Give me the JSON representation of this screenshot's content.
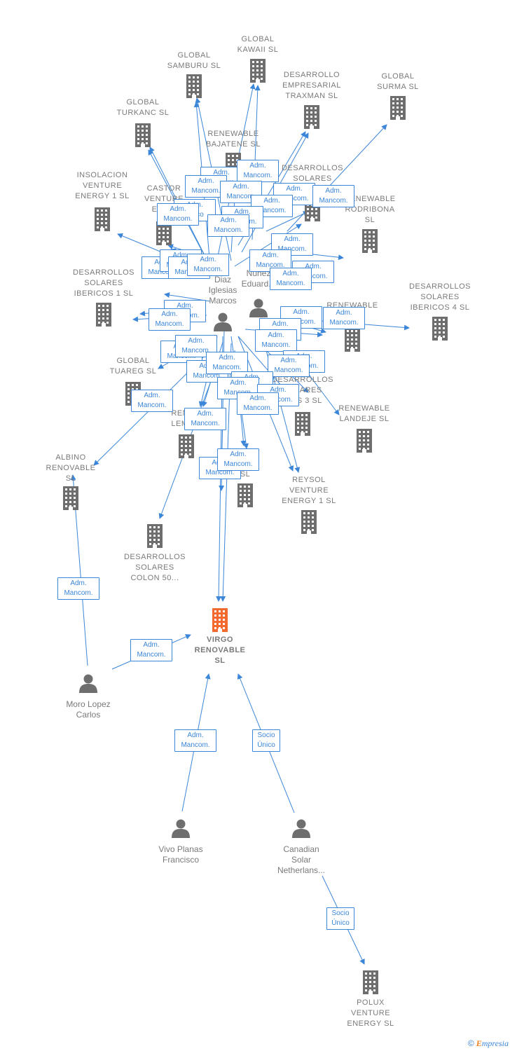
{
  "colors": {
    "edge": "#3b86d8",
    "company": "#6e6e6e",
    "focus": "#f26a2e",
    "person": "#6e6e6e"
  },
  "companies": [
    {
      "id": "kawaii",
      "label": "GLOBAL\nKAWAII  SL",
      "kind": "company"
    },
    {
      "id": "samburu",
      "label": "GLOBAL\nSAMBURU  SL",
      "kind": "company"
    },
    {
      "id": "traxman",
      "label": "DESARROLLO\nEMPRESARIAL\nTRAXMAN  SL",
      "kind": "company"
    },
    {
      "id": "surma",
      "label": "GLOBAL\nSURMA  SL",
      "kind": "company"
    },
    {
      "id": "turkanc",
      "label": "GLOBAL\nTURKANC  SL",
      "kind": "company"
    },
    {
      "id": "bajatene",
      "label": "RENEWABLE\nBAJATENE  SL",
      "kind": "company"
    },
    {
      "id": "dsolares",
      "label": "DESARROLLOS\nSOLARES\n...",
      "kind": "company"
    },
    {
      "id": "insolacion",
      "label": "INSOLACION\nVENTURE\nENERGY 1  SL",
      "kind": "company"
    },
    {
      "id": "castor",
      "label": "CASTOR\nVENTURE\nENE...",
      "kind": "company"
    },
    {
      "id": "rodribona",
      "label": "RENEWABLE\nRODRIBONA\nSL",
      "kind": "company"
    },
    {
      "id": "ibericos1",
      "label": "DESARROLLOS\nSOLARES\nIBERICOS 1  SL",
      "kind": "company"
    },
    {
      "id": "ibericos4",
      "label": "DESARROLLOS\nSOLARES\nIBERICOS 4  SL",
      "kind": "company"
    },
    {
      "id": "renewablesl",
      "label": "RENEWABLE\nSL",
      "kind": "company"
    },
    {
      "id": "tuareg",
      "label": "GLOBAL\nTUAREG  SL",
      "kind": "company"
    },
    {
      "id": "dsolares3",
      "label": "DESARROLLOS\nSOLARES\n...OS 3  SL",
      "kind": "company"
    },
    {
      "id": "landeje",
      "label": "RENEWABLE\nLANDEJE  SL",
      "kind": "company"
    },
    {
      "id": "lemu",
      "label": "RENE...\nLEMU...",
      "kind": "company"
    },
    {
      "id": "albino",
      "label": "ALBINO\nRENOVABLE\nSL",
      "kind": "company"
    },
    {
      "id": "renga",
      "label": "...LE\n...GA\nSL",
      "kind": "company"
    },
    {
      "id": "reysol",
      "label": "REYSOL\nVENTURE\nENERGY 1  SL",
      "kind": "company"
    },
    {
      "id": "colon",
      "label": "DESARROLLOS\nSOLARES\nCOLON 50...",
      "kind": "company"
    },
    {
      "id": "virgo",
      "label": "VIRGO\nRENOVABLE\nSL",
      "kind": "focus"
    },
    {
      "id": "polux",
      "label": "POLUX\nVENTURE\nENERGY  SL",
      "kind": "company"
    }
  ],
  "persons": [
    {
      "id": "diaz",
      "label": "Diaz\nIglesias\nMarcos"
    },
    {
      "id": "nunez",
      "label": "Fe...\nNunez\nEduard..."
    },
    {
      "id": "moro",
      "label": "Moro Lopez\nCarlos"
    },
    {
      "id": "vivo",
      "label": "Vivo Planas\nFrancisco"
    },
    {
      "id": "canadian",
      "label": "Canadian\nSolar\nNetherlans..."
    }
  ],
  "badges": [
    {
      "id": "b01",
      "text": "Adm.\nMancom."
    },
    {
      "id": "b02",
      "text": "Adm.\nMancom."
    },
    {
      "id": "b03",
      "text": "Adm.\nMancom."
    },
    {
      "id": "b04",
      "text": "Adm.\nMancom."
    },
    {
      "id": "b05",
      "text": "Adm.\nMancom."
    },
    {
      "id": "b06",
      "text": "Adm.\nMancom."
    },
    {
      "id": "b07",
      "text": "Adm.\nUnico"
    },
    {
      "id": "b08",
      "text": "Adm.\nMancom."
    },
    {
      "id": "b09",
      "text": "Adm.\nMancom."
    },
    {
      "id": "b10",
      "text": "Adm.\nMancom."
    },
    {
      "id": "b11",
      "text": "Adm.\nMancom."
    },
    {
      "id": "b12",
      "text": "Adm.\nMancom."
    },
    {
      "id": "b13",
      "text": "Adm.\nMancom."
    },
    {
      "id": "b14",
      "text": "Adm.\nMancom."
    },
    {
      "id": "b15",
      "text": "Adm.\nMancom."
    },
    {
      "id": "b16",
      "text": "Adm.\nMancom."
    },
    {
      "id": "b17",
      "text": "Adm.\nMancom."
    },
    {
      "id": "b18",
      "text": "Adm.\nMancom."
    },
    {
      "id": "b19",
      "text": "Adm.\nMancom."
    },
    {
      "id": "b20",
      "text": "Adm.\nMancom."
    },
    {
      "id": "b21",
      "text": "Adm.\nMancom."
    },
    {
      "id": "b22",
      "text": "Adm.\nMancom."
    },
    {
      "id": "b23",
      "text": "Adm.\nMancom."
    },
    {
      "id": "b24",
      "text": "Adm.\nMancom."
    },
    {
      "id": "b25",
      "text": "Adm.\nMancom."
    },
    {
      "id": "b26",
      "text": "Adm.\nMancom."
    },
    {
      "id": "b27",
      "text": "Adm.\nMancom."
    },
    {
      "id": "b28",
      "text": "Adm.\nMancom."
    },
    {
      "id": "b29",
      "text": "Adm.\nMancom."
    },
    {
      "id": "b30",
      "text": "Adm.\nMancom."
    },
    {
      "id": "b31",
      "text": "Adm.\nMancom."
    },
    {
      "id": "b32",
      "text": "Adm.\nMancom."
    },
    {
      "id": "b33",
      "text": "Adm.\nMancom."
    },
    {
      "id": "b34",
      "text": "Adm.\nMancom."
    },
    {
      "id": "b35",
      "text": "Adm.\nMancom."
    },
    {
      "id": "b36",
      "text": "Adm.\nMancom."
    },
    {
      "id": "b37",
      "text": "Adm.\nMancom."
    },
    {
      "id": "b38",
      "text": "Adm.\nMancom."
    },
    {
      "id": "b39",
      "text": "Adm.\nMancom."
    },
    {
      "id": "b40",
      "text": "Socio\nÚnico"
    },
    {
      "id": "b41",
      "text": "Socio\nÚnico"
    }
  ],
  "footer": {
    "copyright": "©",
    "brand_initial": "E",
    "brand_rest": "mpresia"
  }
}
